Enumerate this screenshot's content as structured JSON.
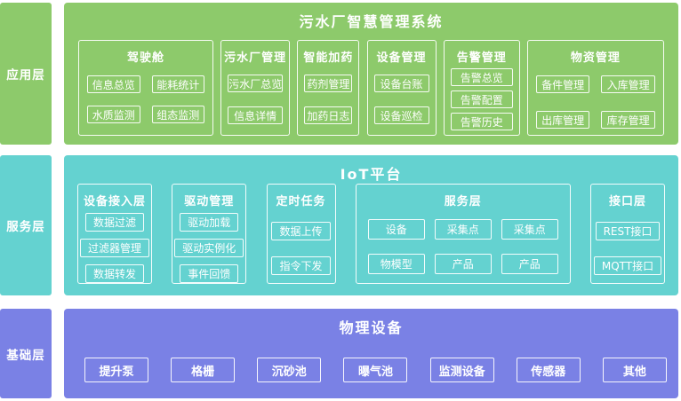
{
  "colors": {
    "green": "#8DCA6B",
    "teal": "#64D2D0",
    "purple": "#7A81E5",
    "text_on_color": "#FFFFFF"
  },
  "sidebar": {
    "application": "应用层",
    "service": "服务层",
    "foundation": "基础层"
  },
  "application_layer": {
    "title": "污水厂智慧管理系统",
    "groups": [
      {
        "title": "驾驶舱",
        "items": [
          "信息总览",
          "能耗统计",
          "水质监测",
          "组态监测"
        ]
      },
      {
        "title": "污水厂管理",
        "items": [
          "污水厂总览",
          "信息详情"
        ]
      },
      {
        "title": "智能加药",
        "items": [
          "药剂管理",
          "加药日志"
        ]
      },
      {
        "title": "设备管理",
        "items": [
          "设备台账",
          "设备巡检"
        ]
      },
      {
        "title": "告警管理",
        "items": [
          "告警总览",
          "告警配置",
          "告警历史"
        ]
      },
      {
        "title": "物资管理",
        "items": [
          "备件管理",
          "入库管理",
          "出库管理",
          "库存管理"
        ]
      }
    ]
  },
  "service_layer": {
    "title": "IoT平台",
    "groups": [
      {
        "title": "设备接入层",
        "items": [
          "数据过滤",
          "过滤器管理",
          "数据转发"
        ]
      },
      {
        "title": "驱动管理",
        "items": [
          "驱动加载",
          "驱动实例化",
          "事件回馈"
        ]
      },
      {
        "title": "定时任务",
        "items": [
          "数据上传",
          "指令下发"
        ]
      },
      {
        "title": "服务层",
        "items": [
          "设备",
          "采集点",
          "采集点",
          "物模型",
          "产品",
          "产品"
        ]
      },
      {
        "title": "接口层",
        "items": [
          "REST接口",
          "MQTT接口"
        ]
      }
    ]
  },
  "foundation_layer": {
    "title": "物理设备",
    "items": [
      "提升泵",
      "格栅",
      "沉砂池",
      "曝气池",
      "监测设备",
      "传感器",
      "其他"
    ]
  }
}
